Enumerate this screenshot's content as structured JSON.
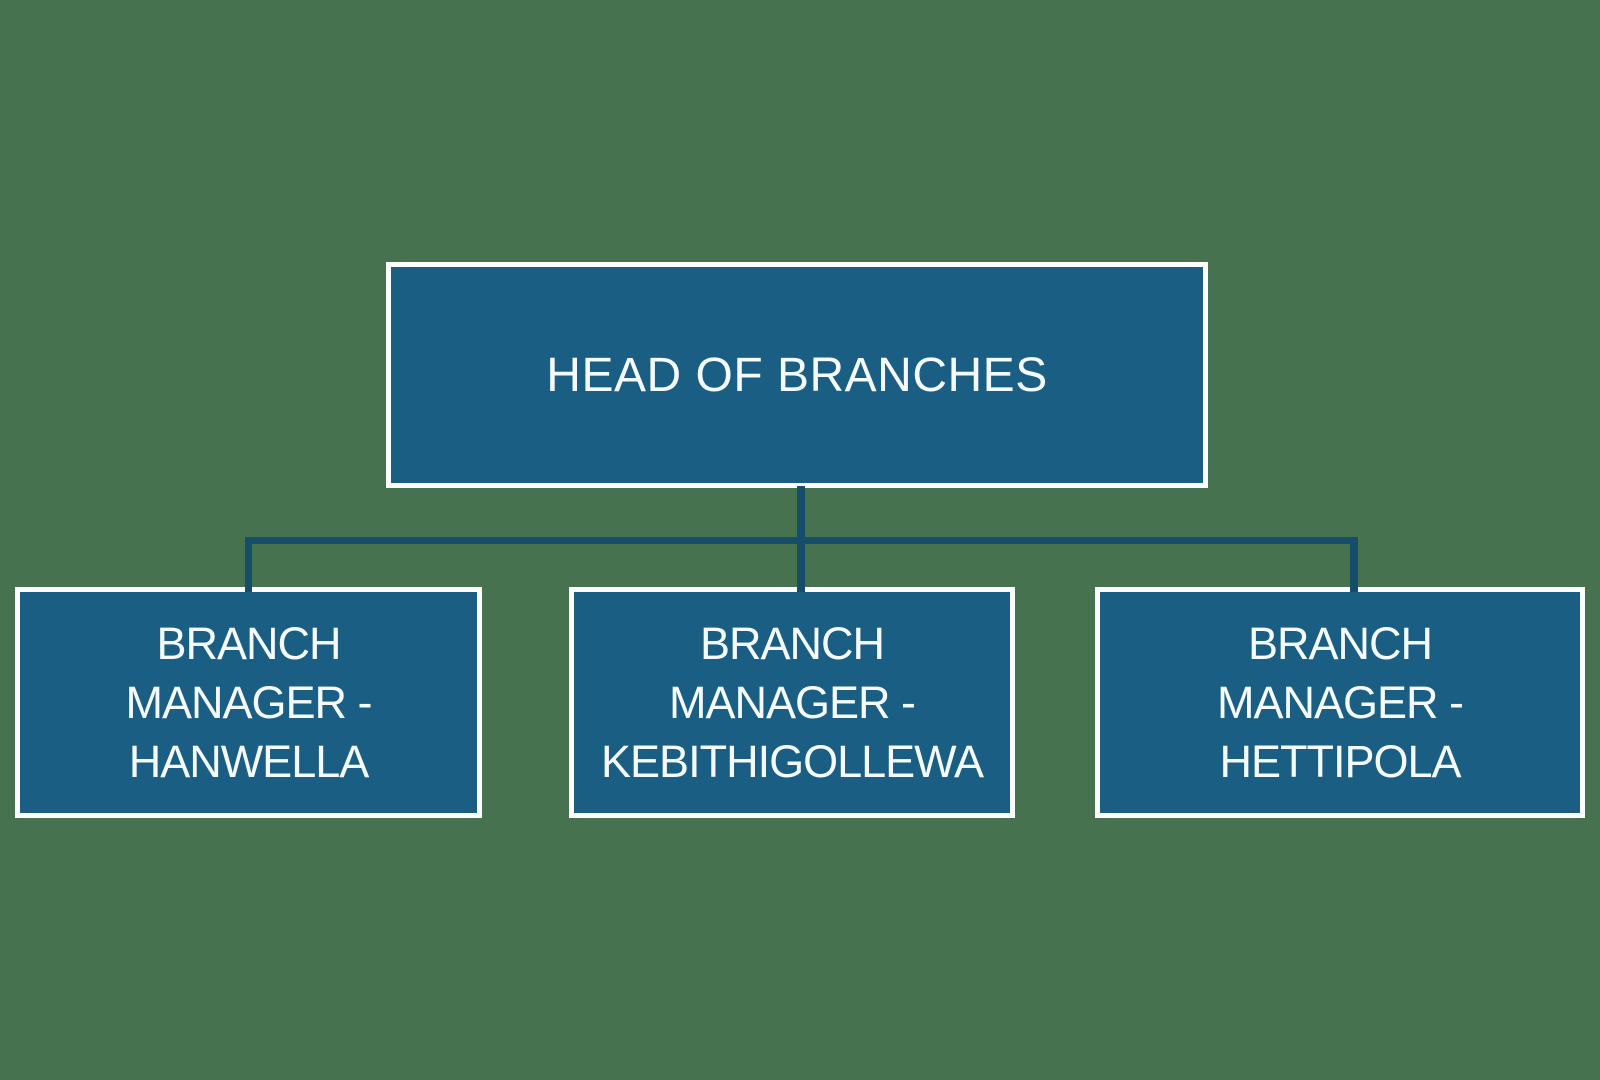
{
  "page": {
    "background_color": "#477250"
  },
  "diagram": {
    "type": "org-chart",
    "colors": {
      "background": "#477250",
      "node_fill": "#1B5E83",
      "node_border": "#FFFFFF",
      "connector": "#154D6A",
      "text": "#F5FAFC"
    },
    "root": {
      "id": "head-of-branches",
      "label": "HEAD OF BRANCHES"
    },
    "children": [
      {
        "id": "branch-manager-hanwella",
        "label": "BRANCH MANAGER - HANWELLA",
        "lines": [
          "BRANCH",
          "MANAGER -",
          "HANWELLA"
        ]
      },
      {
        "id": "branch-manager-kebithigollewa",
        "label": "BRANCH MANAGER - KEBITHIGOLLEWA",
        "lines": [
          "BRANCH",
          "MANAGER -",
          "KEBITHIGOLLEWA"
        ]
      },
      {
        "id": "branch-manager-hettipola",
        "label": "BRANCH MANAGER - HETTIPOLA",
        "lines": [
          "BRANCH",
          "MANAGER -",
          "HETTIPOLA"
        ]
      }
    ]
  }
}
